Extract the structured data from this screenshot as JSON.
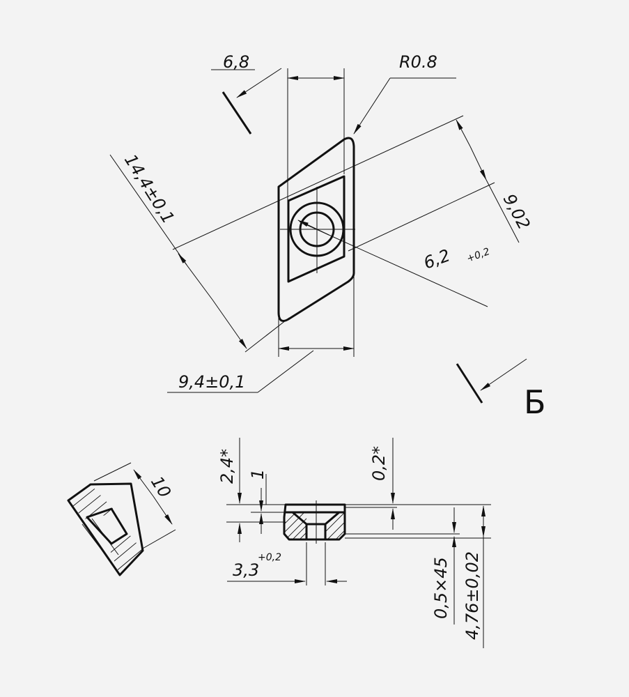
{
  "dimensions": {
    "width_top": "6,8",
    "corner_radius": "R0.8",
    "length": "14,4±0,1",
    "diagonal": "9,02",
    "hole_diameter": "6,2",
    "hole_diameter_tol": "+0,2",
    "width_bottom": "9,4±0,1",
    "section_width": "10",
    "chamfer_depth": "2,4*",
    "land_depth": "1",
    "land_offset": "0,2*",
    "bore_diameter": "3,3",
    "bore_diameter_tol": "+0,2",
    "edge_chamfer": "0,5×45",
    "thickness": "4,76±0,02"
  },
  "view_label": "Б",
  "colors": {
    "background": "#f3f3f3",
    "line": "#111111"
  }
}
